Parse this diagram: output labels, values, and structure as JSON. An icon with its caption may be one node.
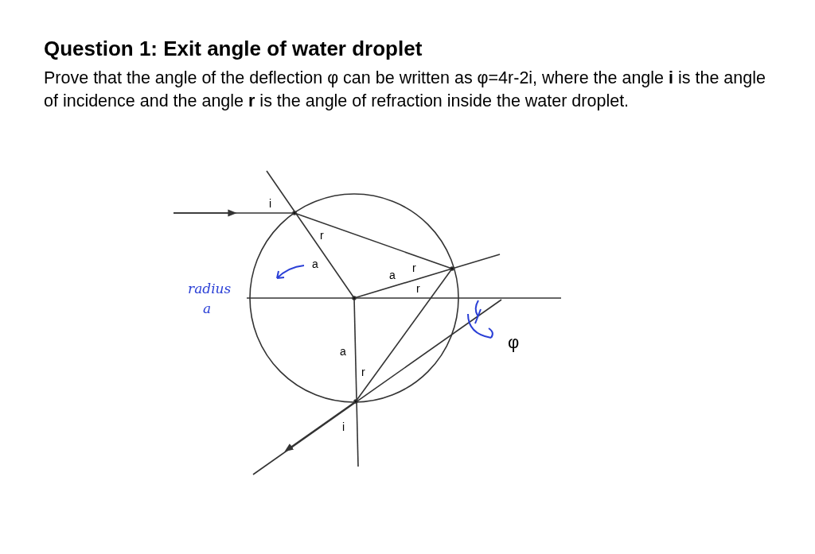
{
  "diagram": {
    "title": "Question 1:  Exit angle of water droplet",
    "labels": [
      "Prove that the angle of the deflection φ can be written as φ=4r-2i, where the angle **i** is the angle of incidence and the angle **r** is the angle of refraction inside the water droplet.",
      "i",
      "r",
      "a",
      "a",
      "r",
      "r",
      "a",
      "r",
      "i",
      "φ",
      "radius",
      "a"
    ]
  }
}
